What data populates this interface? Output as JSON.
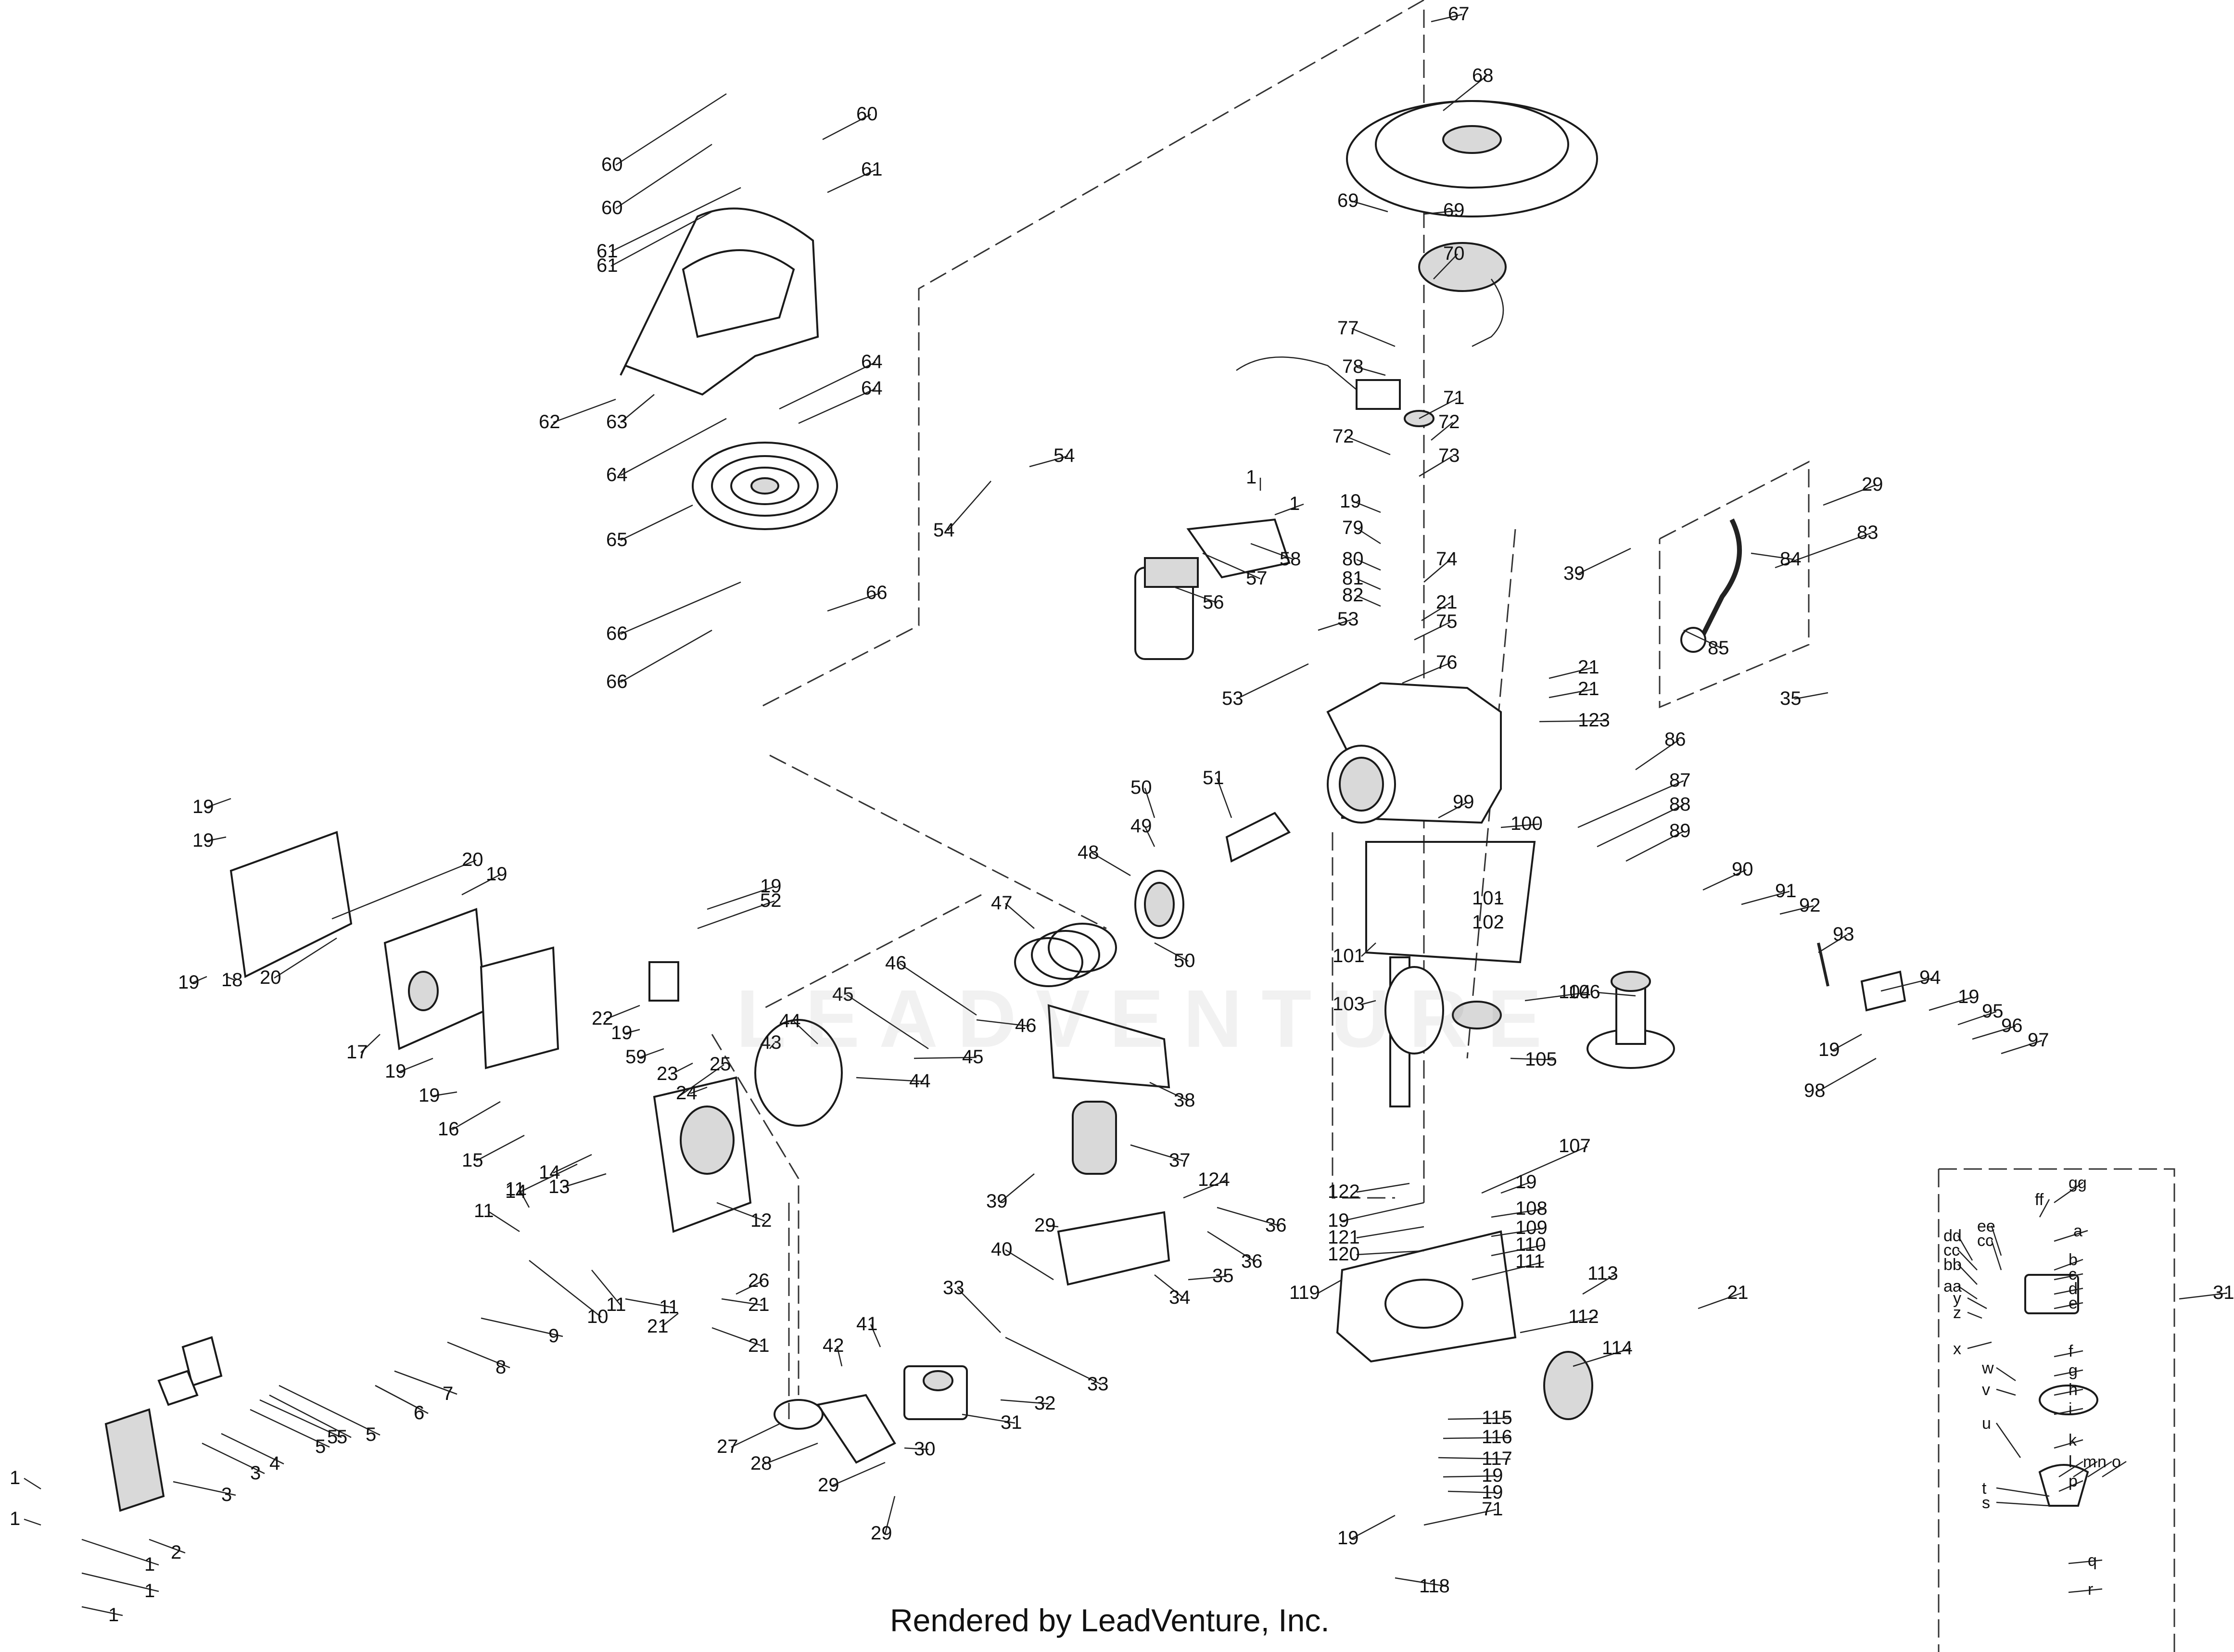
{
  "credit": "Rendered by LeadVenture, Inc.",
  "watermark": "LEADVENTURE",
  "callouts": [
    {
      "id": "c67",
      "t": "67"
    },
    {
      "id": "c68",
      "t": "68"
    },
    {
      "id": "c69a",
      "t": "69"
    },
    {
      "id": "c69b",
      "t": "69"
    },
    {
      "id": "c70",
      "t": "70"
    },
    {
      "id": "c77",
      "t": "77"
    },
    {
      "id": "c78",
      "t": "78"
    },
    {
      "id": "c71a",
      "t": "71"
    },
    {
      "id": "c72a",
      "t": "72"
    },
    {
      "id": "c72b",
      "t": "72"
    },
    {
      "id": "c73",
      "t": "73"
    },
    {
      "id": "c19a",
      "t": "19"
    },
    {
      "id": "c79",
      "t": "79"
    },
    {
      "id": "c80",
      "t": "80"
    },
    {
      "id": "c81",
      "t": "81"
    },
    {
      "id": "c82",
      "t": "82"
    },
    {
      "id": "c74",
      "t": "74"
    },
    {
      "id": "c21a",
      "t": "21"
    },
    {
      "id": "c75",
      "t": "75"
    },
    {
      "id": "c76",
      "t": "76"
    },
    {
      "id": "c21b",
      "t": "21"
    },
    {
      "id": "c21c",
      "t": "21"
    },
    {
      "id": "c123",
      "t": "123"
    },
    {
      "id": "c60a",
      "t": "60"
    },
    {
      "id": "c60b",
      "t": "60"
    },
    {
      "id": "c60c",
      "t": "60"
    },
    {
      "id": "c61a",
      "t": "61"
    },
    {
      "id": "c61b",
      "t": "61"
    },
    {
      "id": "c61c",
      "t": "61"
    },
    {
      "id": "c62",
      "t": "62"
    },
    {
      "id": "c63",
      "t": "63"
    },
    {
      "id": "c64a",
      "t": "64"
    },
    {
      "id": "c64b",
      "t": "64"
    },
    {
      "id": "c64c",
      "t": "64"
    },
    {
      "id": "c65",
      "t": "65"
    },
    {
      "id": "c66a",
      "t": "66"
    },
    {
      "id": "c66b",
      "t": "66"
    },
    {
      "id": "c66c",
      "t": "66"
    },
    {
      "id": "c54a",
      "t": "54"
    },
    {
      "id": "c54b",
      "t": "54"
    },
    {
      "id": "c1a",
      "t": "1"
    },
    {
      "id": "c1b",
      "t": "1"
    },
    {
      "id": "c58",
      "t": "58"
    },
    {
      "id": "c57",
      "t": "57"
    },
    {
      "id": "c56",
      "t": "56"
    },
    {
      "id": "c53a",
      "t": "53"
    },
    {
      "id": "c53b",
      "t": "53"
    },
    {
      "id": "c29a",
      "t": "29"
    },
    {
      "id": "c83",
      "t": "83"
    },
    {
      "id": "c39a",
      "t": "39"
    },
    {
      "id": "c84",
      "t": "84"
    },
    {
      "id": "c85",
      "t": "85"
    },
    {
      "id": "c35a",
      "t": "35"
    },
    {
      "id": "c86",
      "t": "86"
    },
    {
      "id": "c87",
      "t": "87"
    },
    {
      "id": "c88",
      "t": "88"
    },
    {
      "id": "c89",
      "t": "89"
    },
    {
      "id": "c99",
      "t": "99"
    },
    {
      "id": "c100",
      "t": "100"
    },
    {
      "id": "c90",
      "t": "90"
    },
    {
      "id": "c91",
      "t": "91"
    },
    {
      "id": "c92",
      "t": "92"
    },
    {
      "id": "c93",
      "t": "93"
    },
    {
      "id": "c94",
      "t": "94"
    },
    {
      "id": "c19b",
      "t": "19"
    },
    {
      "id": "c95",
      "t": "95"
    },
    {
      "id": "c96",
      "t": "96"
    },
    {
      "id": "c97",
      "t": "97"
    },
    {
      "id": "c19c",
      "t": "19"
    },
    {
      "id": "c98",
      "t": "98"
    },
    {
      "id": "c50a",
      "t": "50"
    },
    {
      "id": "c51",
      "t": "51"
    },
    {
      "id": "c49",
      "t": "49"
    },
    {
      "id": "c48",
      "t": "48"
    },
    {
      "id": "c50b",
      "t": "50"
    },
    {
      "id": "c47",
      "t": "47"
    },
    {
      "id": "c46a",
      "t": "46"
    },
    {
      "id": "c45a",
      "t": "45"
    },
    {
      "id": "c46b",
      "t": "46"
    },
    {
      "id": "c45b",
      "t": "45"
    },
    {
      "id": "c44a",
      "t": "44"
    },
    {
      "id": "c43",
      "t": "43"
    },
    {
      "id": "c44b",
      "t": "44"
    },
    {
      "id": "c38",
      "t": "38"
    },
    {
      "id": "c37",
      "t": "37"
    },
    {
      "id": "c101a",
      "t": "101"
    },
    {
      "id": "c102",
      "t": "102"
    },
    {
      "id": "c101b",
      "t": "101"
    },
    {
      "id": "c103",
      "t": "103"
    },
    {
      "id": "c104",
      "t": "104"
    },
    {
      "id": "c106",
      "t": "106"
    },
    {
      "id": "c105",
      "t": "105"
    },
    {
      "id": "c107",
      "t": "107"
    },
    {
      "id": "c122",
      "t": "122"
    },
    {
      "id": "c19d",
      "t": "19"
    },
    {
      "id": "c19e",
      "t": "19"
    },
    {
      "id": "c121",
      "t": "121"
    },
    {
      "id": "c120",
      "t": "120"
    },
    {
      "id": "c119",
      "t": "119"
    },
    {
      "id": "c108",
      "t": "108"
    },
    {
      "id": "c109",
      "t": "109"
    },
    {
      "id": "c110",
      "t": "110"
    },
    {
      "id": "c111",
      "t": "111"
    },
    {
      "id": "c113",
      "t": "113"
    },
    {
      "id": "c21d",
      "t": "21"
    },
    {
      "id": "c112",
      "t": "112"
    },
    {
      "id": "c114",
      "t": "114"
    },
    {
      "id": "c115",
      "t": "115"
    },
    {
      "id": "c116",
      "t": "116"
    },
    {
      "id": "c117",
      "t": "117"
    },
    {
      "id": "c19f",
      "t": "19"
    },
    {
      "id": "c19g",
      "t": "19"
    },
    {
      "id": "c71b",
      "t": "71"
    },
    {
      "id": "c19h",
      "t": "19"
    },
    {
      "id": "c118",
      "t": "118"
    },
    {
      "id": "c19i",
      "t": "19"
    },
    {
      "id": "c19j",
      "t": "19"
    },
    {
      "id": "c20a",
      "t": "20"
    },
    {
      "id": "c19k",
      "t": "19"
    },
    {
      "id": "c19l",
      "t": "19"
    },
    {
      "id": "c18",
      "t": "18"
    },
    {
      "id": "c20b",
      "t": "20"
    },
    {
      "id": "c17",
      "t": "17"
    },
    {
      "id": "c19m",
      "t": "19"
    },
    {
      "id": "c19n",
      "t": "19"
    },
    {
      "id": "c52",
      "t": "52"
    },
    {
      "id": "c22",
      "t": "22"
    },
    {
      "id": "c19o",
      "t": "19"
    },
    {
      "id": "c59",
      "t": "59"
    },
    {
      "id": "c23",
      "t": "23"
    },
    {
      "id": "c24",
      "t": "24"
    },
    {
      "id": "c25",
      "t": "25"
    },
    {
      "id": "c19p",
      "t": "19"
    },
    {
      "id": "c16",
      "t": "16"
    },
    {
      "id": "c15",
      "t": "15"
    },
    {
      "id": "c14a",
      "t": "14"
    },
    {
      "id": "c14b",
      "t": "14"
    },
    {
      "id": "c13",
      "t": "13"
    },
    {
      "id": "c12",
      "t": "12"
    },
    {
      "id": "c11a",
      "t": "11"
    },
    {
      "id": "c11b",
      "t": "11"
    },
    {
      "id": "c11c",
      "t": "11"
    },
    {
      "id": "c11d",
      "t": "11"
    },
    {
      "id": "c10",
      "t": "10"
    },
    {
      "id": "c26",
      "t": "26"
    },
    {
      "id": "c21e",
      "t": "21"
    },
    {
      "id": "c21f",
      "t": "21"
    },
    {
      "id": "c21g",
      "t": "21"
    },
    {
      "id": "c9",
      "t": "9"
    },
    {
      "id": "c8",
      "t": "8"
    },
    {
      "id": "c7a",
      "t": "7"
    },
    {
      "id": "c7b",
      "t": "7"
    },
    {
      "id": "c6a",
      "t": "6"
    },
    {
      "id": "c6b",
      "t": "6"
    },
    {
      "id": "c5a",
      "t": "5"
    },
    {
      "id": "c5b",
      "t": "5"
    },
    {
      "id": "c5c",
      "t": "5"
    },
    {
      "id": "c5d",
      "t": "5"
    },
    {
      "id": "c4",
      "t": "4"
    },
    {
      "id": "c3a",
      "t": "3"
    },
    {
      "id": "c3b",
      "t": "3"
    },
    {
      "id": "c2",
      "t": "2"
    },
    {
      "id": "c1c",
      "t": "1"
    },
    {
      "id": "c1d",
      "t": "1"
    },
    {
      "id": "c1e",
      "t": "1"
    },
    {
      "id": "c1f",
      "t": "1"
    },
    {
      "id": "c1g",
      "t": "1"
    },
    {
      "id": "c39b",
      "t": "39"
    },
    {
      "id": "c124",
      "t": "124"
    },
    {
      "id": "c36a",
      "t": "36"
    },
    {
      "id": "c36b",
      "t": "36"
    },
    {
      "id": "c35b",
      "t": "35"
    },
    {
      "id": "c29b",
      "t": "29"
    },
    {
      "id": "c40",
      "t": "40"
    },
    {
      "id": "c34",
      "t": "34"
    },
    {
      "id": "c33a",
      "t": "33"
    },
    {
      "id": "c33b",
      "t": "33"
    },
    {
      "id": "c41",
      "t": "41"
    },
    {
      "id": "c42",
      "t": "42"
    },
    {
      "id": "c32",
      "t": "32"
    },
    {
      "id": "c31",
      "t": "31"
    },
    {
      "id": "c30",
      "t": "30"
    },
    {
      "id": "c27",
      "t": "27"
    },
    {
      "id": "c28",
      "t": "28"
    },
    {
      "id": "c29c",
      "t": "29"
    },
    {
      "id": "c29d",
      "t": "29"
    },
    {
      "id": "c31b",
      "t": "31"
    },
    {
      "id": "cgg",
      "t": "gg"
    },
    {
      "id": "cff",
      "t": "ff"
    },
    {
      "id": "cdd",
      "t": "dd"
    },
    {
      "id": "cee",
      "t": "ee"
    },
    {
      "id": "ccc1",
      "t": "cc"
    },
    {
      "id": "ccc2",
      "t": "cc"
    },
    {
      "id": "cbb",
      "t": "bb"
    },
    {
      "id": "caa",
      "t": "aa"
    },
    {
      "id": "cy",
      "t": "y"
    },
    {
      "id": "cz",
      "t": "z"
    },
    {
      "id": "cx",
      "t": "x"
    },
    {
      "id": "ca",
      "t": "a"
    },
    {
      "id": "cb",
      "t": "b"
    },
    {
      "id": "cc",
      "t": "c"
    },
    {
      "id": "cd",
      "t": "d"
    },
    {
      "id": "ce",
      "t": "e"
    },
    {
      "id": "cf",
      "t": "f"
    },
    {
      "id": "cg",
      "t": "g"
    },
    {
      "id": "cw",
      "t": "w"
    },
    {
      "id": "cv",
      "t": "v"
    },
    {
      "id": "ch",
      "t": "h"
    },
    {
      "id": "ci",
      "t": "i"
    },
    {
      "id": "cu",
      "t": "u"
    },
    {
      "id": "ck",
      "t": "k"
    },
    {
      "id": "cl",
      "t": "l"
    },
    {
      "id": "cm",
      "t": "m"
    },
    {
      "id": "cn",
      "t": "n"
    },
    {
      "id": "co",
      "t": "o"
    },
    {
      "id": "cp",
      "t": "p"
    },
    {
      "id": "ct",
      "t": "t"
    },
    {
      "id": "cs",
      "t": "s"
    },
    {
      "id": "cq",
      "t": "q"
    },
    {
      "id": "cr",
      "t": "r"
    }
  ]
}
